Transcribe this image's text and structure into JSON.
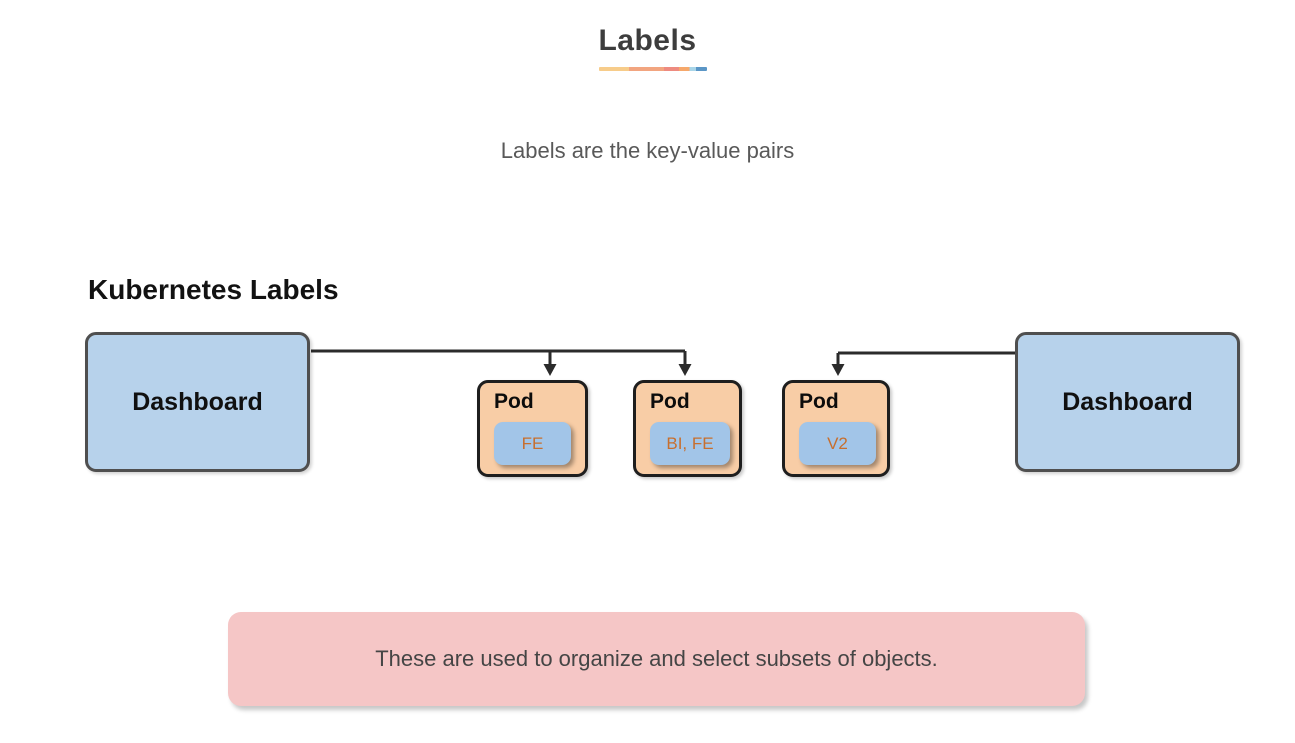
{
  "title": "Labels",
  "subtitle": "Labels are the key-value pairs",
  "section_heading": "Kubernetes Labels",
  "diagram": {
    "dashboard_left": {
      "label": "Dashboard"
    },
    "dashboard_right": {
      "label": "Dashboard"
    },
    "pods": [
      {
        "title": "Pod",
        "label": "FE"
      },
      {
        "title": "Pod",
        "label": "BI, FE"
      },
      {
        "title": "Pod",
        "label": "V2"
      }
    ]
  },
  "note": {
    "text": "These are used to organize and select subsets of objects."
  },
  "colors": {
    "dashboard_fill": "#b7d2eb",
    "pod_fill": "#f8cda6",
    "chip_fill": "#a2c5e8",
    "chip_text": "#c76f2e",
    "note_fill": "#f5c6c6",
    "arrow": "#2b2b2b",
    "underline_gradient": [
      "#f7cc8a",
      "#f2a580",
      "#ee8b80",
      "#f6a86b",
      "#a8d5e8",
      "#5b96c6"
    ]
  }
}
